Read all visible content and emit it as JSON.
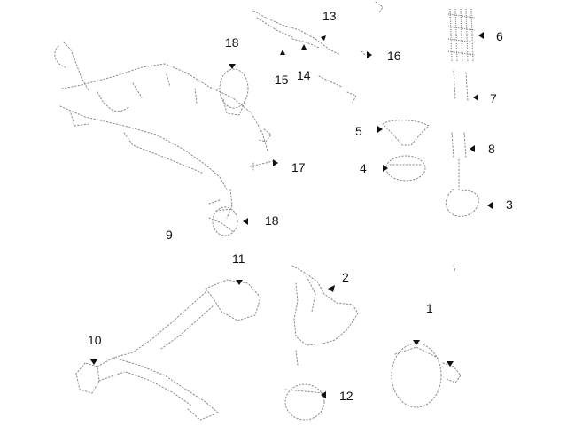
{
  "diagram": {
    "callouts": [
      {
        "id": "c1",
        "label": "1"
      },
      {
        "id": "c2",
        "label": "2"
      },
      {
        "id": "c3",
        "label": "3"
      },
      {
        "id": "c4",
        "label": "4"
      },
      {
        "id": "c5",
        "label": "5"
      },
      {
        "id": "c6",
        "label": "6"
      },
      {
        "id": "c7",
        "label": "7"
      },
      {
        "id": "c8",
        "label": "8"
      },
      {
        "id": "c9",
        "label": "9"
      },
      {
        "id": "c10",
        "label": "10"
      },
      {
        "id": "c11",
        "label": "11"
      },
      {
        "id": "c12",
        "label": "12"
      },
      {
        "id": "c13",
        "label": "13"
      },
      {
        "id": "c14",
        "label": "14"
      },
      {
        "id": "c15",
        "label": "15"
      },
      {
        "id": "c16",
        "label": "16"
      },
      {
        "id": "c17",
        "label": "17"
      },
      {
        "id": "c18a",
        "label": "18"
      },
      {
        "id": "c18b",
        "label": "18"
      }
    ]
  }
}
